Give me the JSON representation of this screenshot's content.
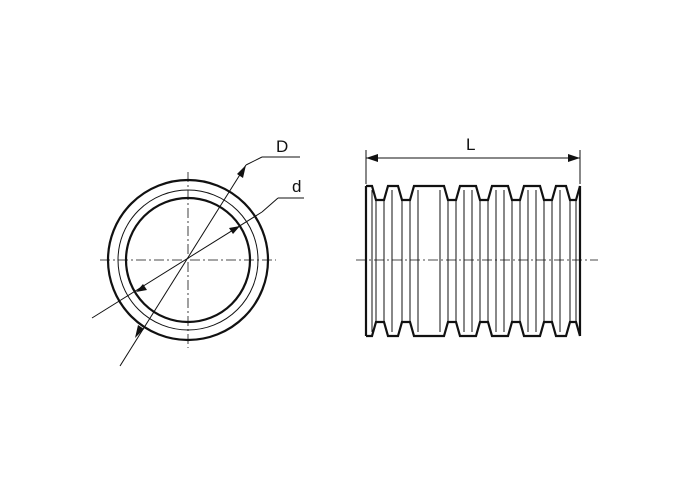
{
  "labels": {
    "outer_diameter": "D",
    "inner_diameter": "d",
    "length": "L"
  }
}
